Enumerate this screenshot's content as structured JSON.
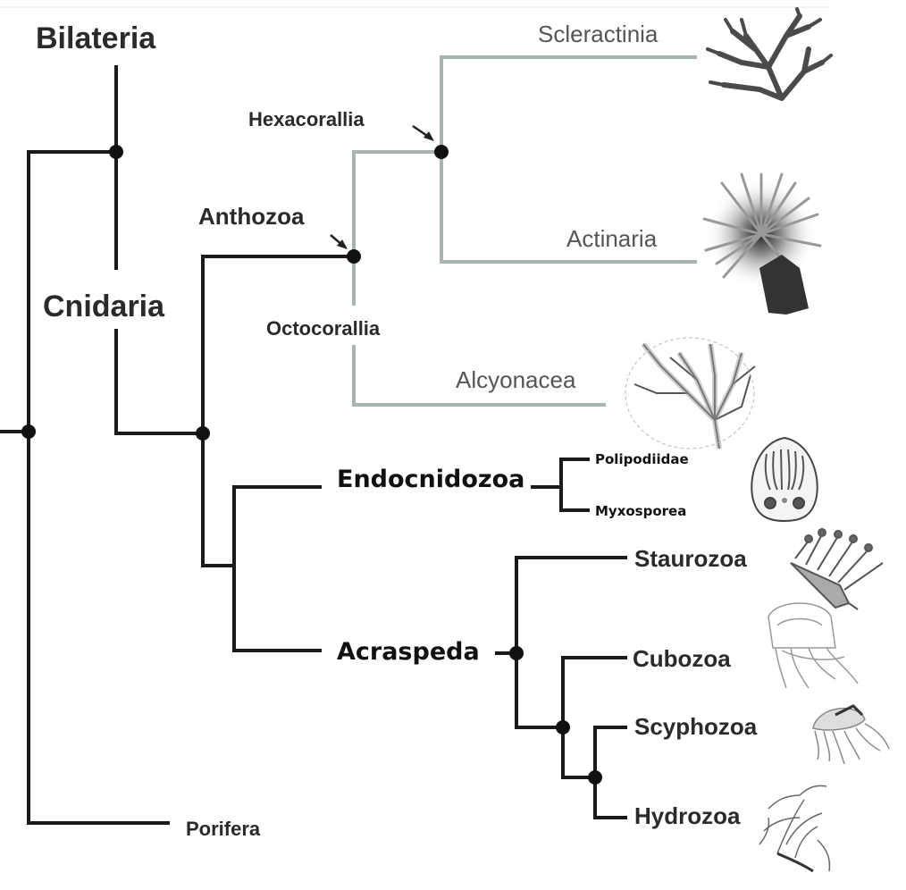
{
  "tree": {
    "labels": {
      "bilateria": "Bilateria",
      "cnidaria": "Cnidaria",
      "anthozoa": "Anthozoa",
      "hexacorallia": "Hexacorallia",
      "octocorallia": "Octocorallia",
      "scleractinia": "Scleractinia",
      "actinaria": "Actinaria",
      "alcyonacea": "Alcyonacea",
      "endocnidozoa": "Endocnidozoa",
      "polipodiidae": "Polipodiidae",
      "myxosporea": "Myxosporea",
      "acraspeda": "Acraspeda",
      "staurozoa": "Staurozoa",
      "cubozoa": "Cubozoa",
      "scyphozoa": "Scyphozoa",
      "hydrozoa": "Hydrozoa",
      "porifera": "Porifera"
    },
    "colors": {
      "main_branch": "#1a1a1a",
      "anthozoa_subtree": "#a9b4af"
    },
    "illustrations": [
      "coral-illustration",
      "sea-anemone-illustration",
      "soft-coral-illustration",
      "myxosporean-spore-illustration",
      "stalked-jellyfish-illustration",
      "box-jellyfish-illustration",
      "scyphozoan-jellyfish-illustration",
      "hydrozoan-illustration"
    ]
  }
}
